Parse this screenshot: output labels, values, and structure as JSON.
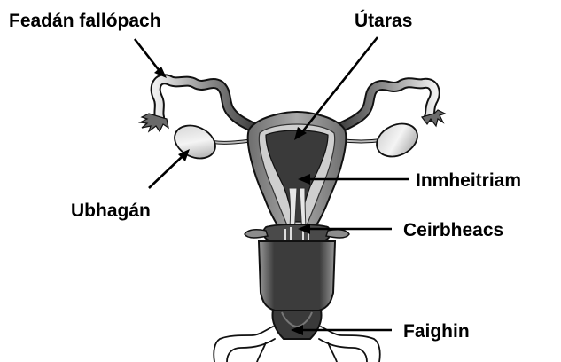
{
  "labels": {
    "fallopian_tube": "Feadán fallópach",
    "uterus": "Útaras",
    "endometrium": "Inmheitriam",
    "ovary": "Ubhagán",
    "cervix": "Ceirbheacs",
    "vagina": "Faighin"
  },
  "colors": {
    "dark": "#3a3a3a",
    "mid": "#8c8c8c",
    "light": "#dcdcdc",
    "lining": "#c9c9c9",
    "outline": "#111111"
  }
}
